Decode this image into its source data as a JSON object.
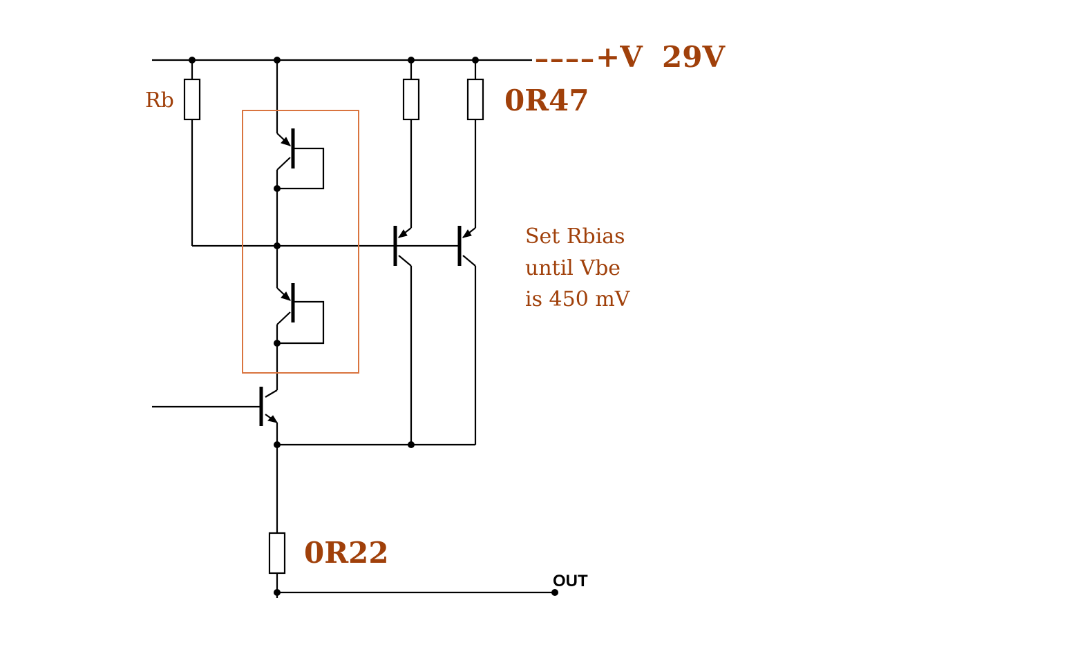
{
  "labels": {
    "supply_dashes": "----",
    "supply": "+V",
    "supply_voltage": "29V",
    "base_resistor": "Rb",
    "emitter_resistor_top": "0R47",
    "emitter_resistor_bottom": "0R22",
    "output": "OUT"
  },
  "note": {
    "line1": "Set Rbias",
    "line2": "until Vbe",
    "line3": "is 450 mV"
  },
  "colors": {
    "label": "#a0400a",
    "wire": "#000000",
    "highlight_box": "#d9743f"
  }
}
